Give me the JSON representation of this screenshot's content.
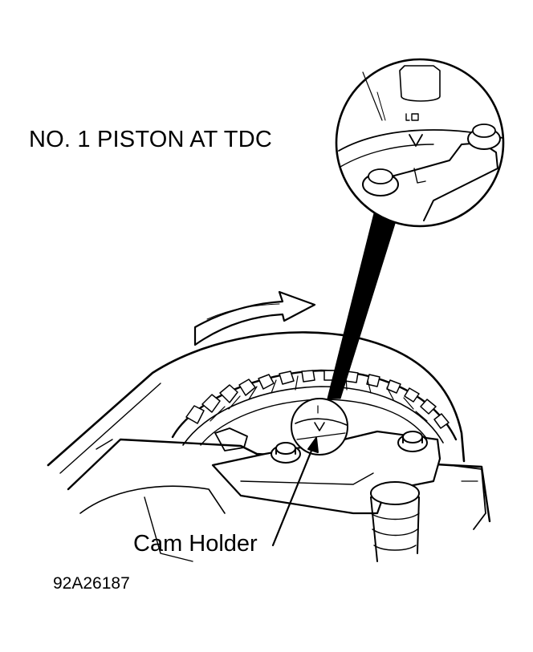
{
  "diagram": {
    "title": "NO. 1 PISTON AT TDC",
    "callout_label": "Cam Holder",
    "figure_id": "92A26187"
  }
}
